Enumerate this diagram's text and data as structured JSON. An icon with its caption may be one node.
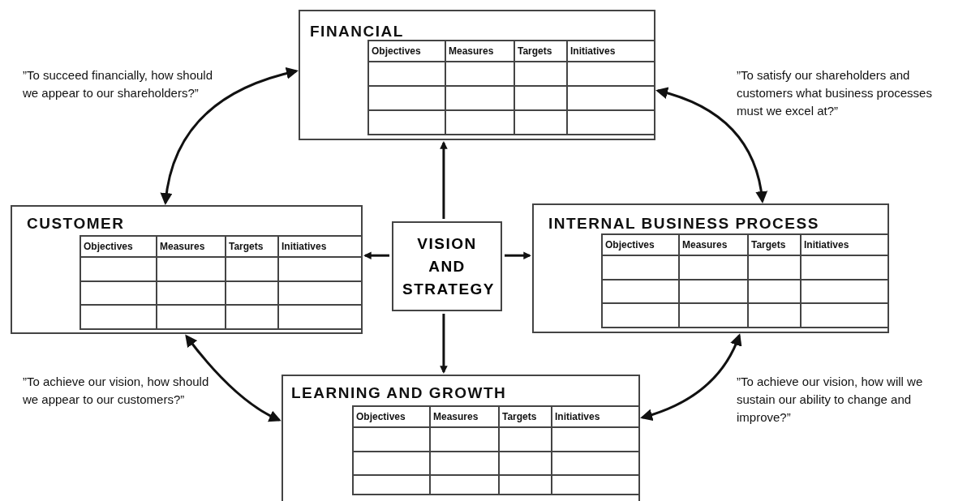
{
  "diagram": {
    "nodes": [
      {
        "text": [
          "FINANCIAL",
          "Objectives",
          "Measures",
          "Targets",
          "Initiatives"
        ]
      },
      {
        "text": [
          "CUSTOMER",
          "Objectives",
          "Measures",
          "Targets",
          "Initiatives"
        ]
      },
      {
        "text": [
          "VISION AND STRATEGY"
        ]
      },
      {
        "text": [
          "INTERNAL BUSINESS PROCESS",
          "Objectives",
          "Measures",
          "Targets",
          "Initiatives"
        ]
      },
      {
        "text": [
          "LEARNING AND GROWTH",
          "Objectives",
          "Measures",
          "Targets",
          "Initiatives"
        ]
      }
    ],
    "edges": [
      {
        "from": 2,
        "to": 0,
        "arrow": "to"
      },
      {
        "from": 2,
        "to": 1,
        "arrow": "to"
      },
      {
        "from": 2,
        "to": 3,
        "arrow": "to"
      },
      {
        "from": 2,
        "to": 4,
        "arrow": "to"
      },
      {
        "from": 1,
        "to": 0,
        "arrow": "both"
      },
      {
        "from": 0,
        "to": 3,
        "arrow": "both"
      },
      {
        "from": 1,
        "to": 4,
        "arrow": "both"
      },
      {
        "from": 4,
        "to": 3,
        "arrow": "both"
      }
    ],
    "labels": [
      "”To succeed financially, how should we appear to our shareholders?”",
      "”To satisfy our shareholders and customers what business processes must we excel at?”",
      "”To achieve our vision, how should we appear to our customers?”",
      "”To achieve our vision, how will we sustain our ability to change and improve?”"
    ]
  }
}
